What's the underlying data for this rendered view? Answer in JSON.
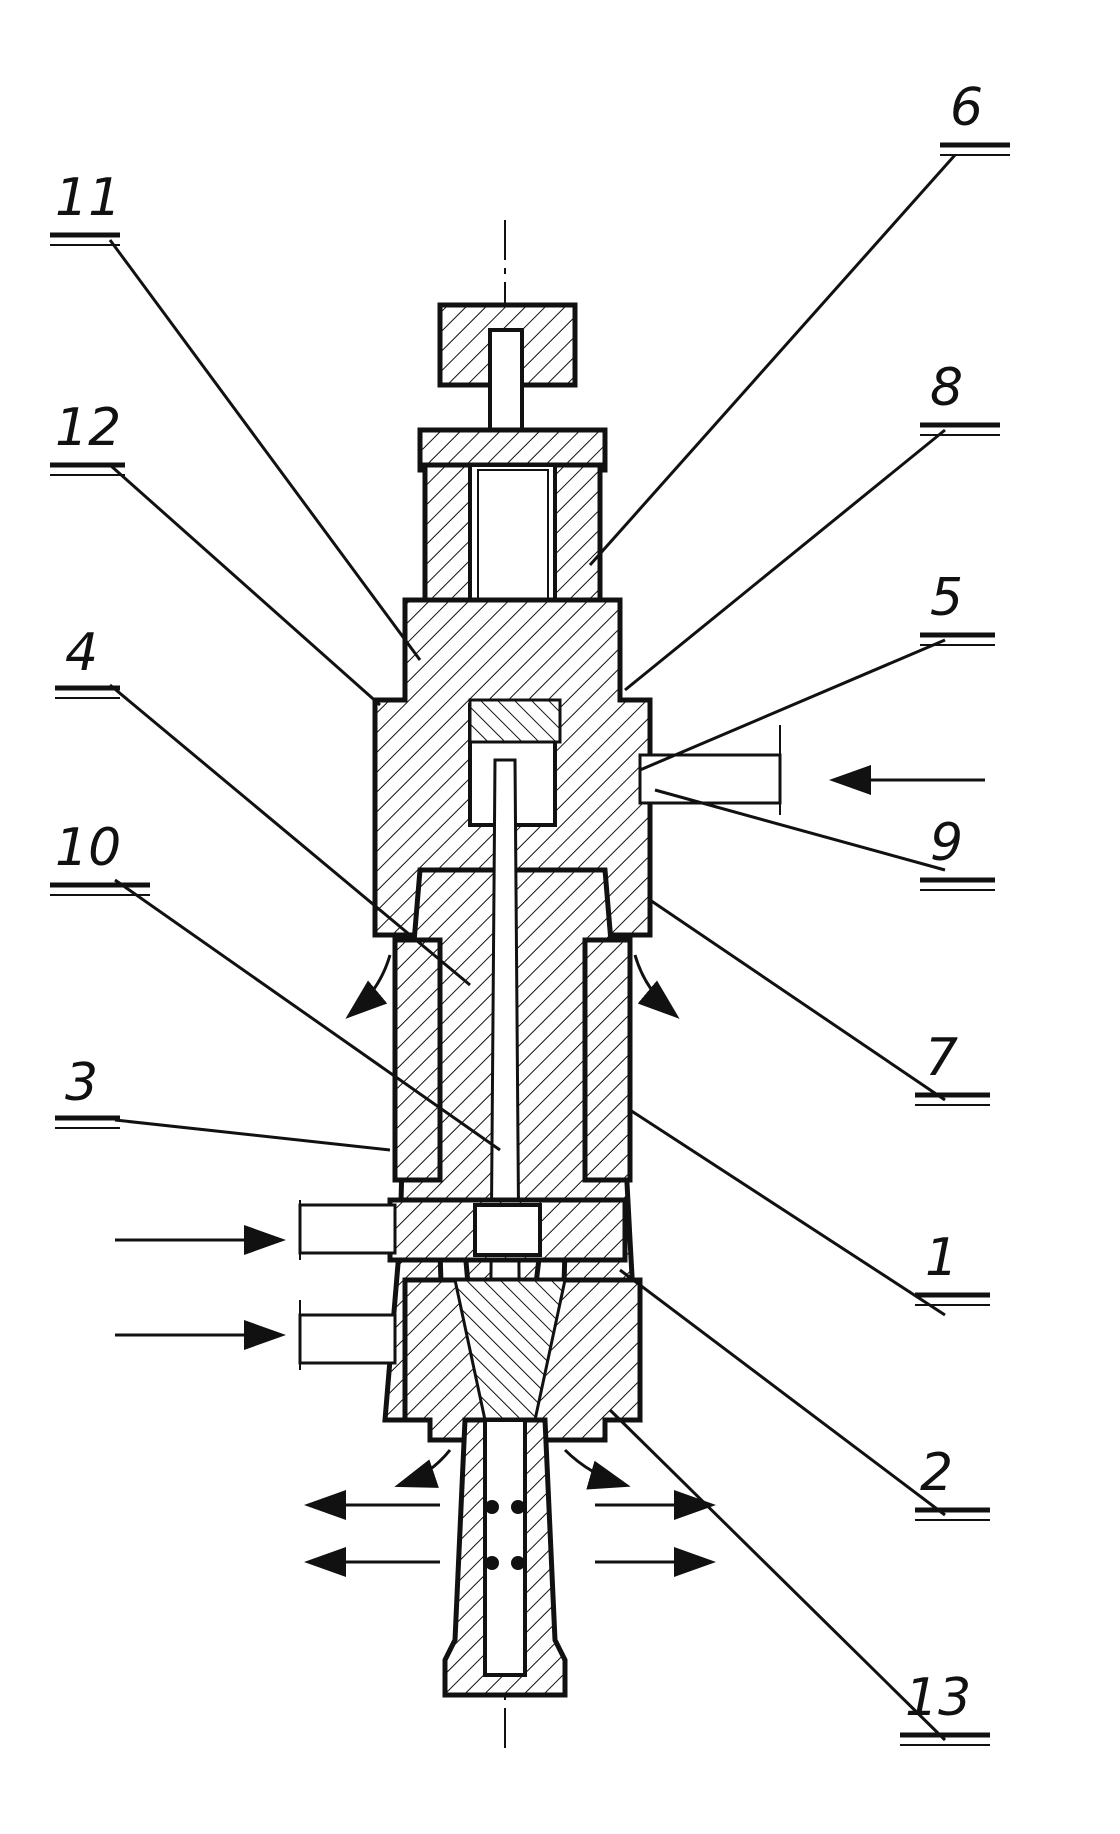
{
  "drawing": {
    "callouts": [
      {
        "id": "callout-1",
        "text": "1"
      },
      {
        "id": "callout-2",
        "text": "2"
      },
      {
        "id": "callout-3",
        "text": "3"
      },
      {
        "id": "callout-4",
        "text": "4"
      },
      {
        "id": "callout-5",
        "text": "5"
      },
      {
        "id": "callout-6",
        "text": "6"
      },
      {
        "id": "callout-7",
        "text": "7"
      },
      {
        "id": "callout-8",
        "text": "8"
      },
      {
        "id": "callout-9",
        "text": "9"
      },
      {
        "id": "callout-10",
        "text": "10"
      },
      {
        "id": "callout-11",
        "text": "11"
      },
      {
        "id": "callout-12",
        "text": "12"
      },
      {
        "id": "callout-13",
        "text": "13"
      }
    ],
    "line_color": "#111111",
    "background": "#ffffff"
  }
}
